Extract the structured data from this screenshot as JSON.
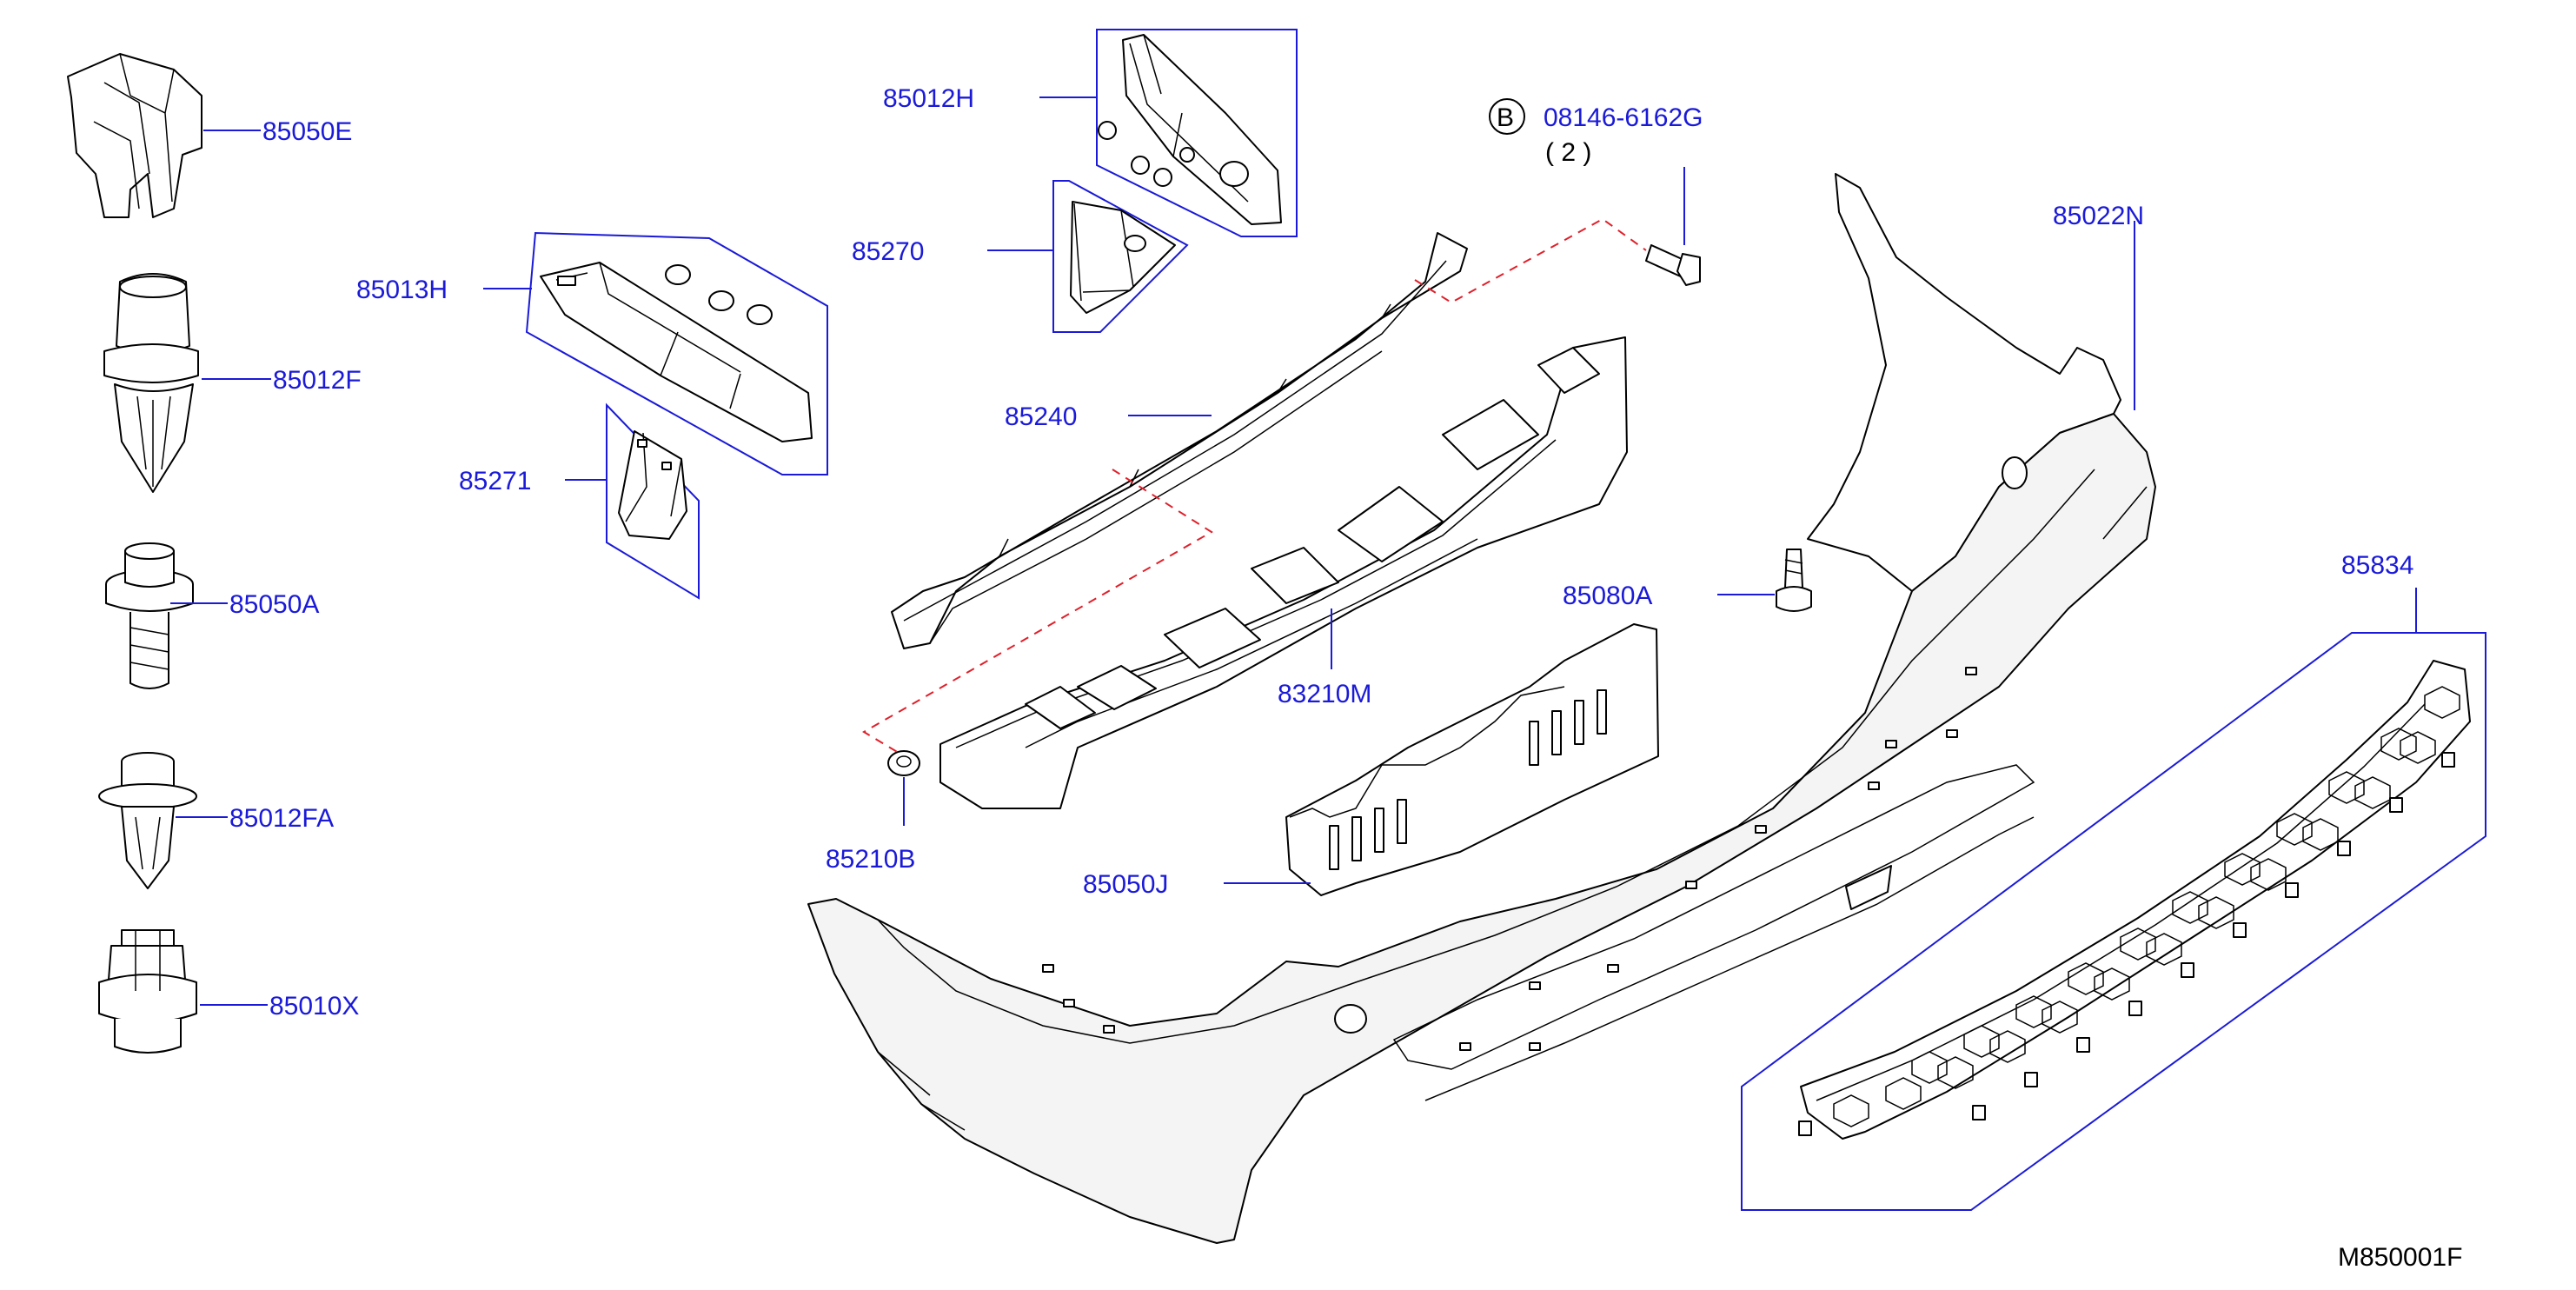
{
  "drawing_id": "M850001F",
  "parts": [
    {
      "id": "85050E",
      "label": "85050E"
    },
    {
      "id": "85012F",
      "label": "85012F"
    },
    {
      "id": "85050A",
      "label": "85050A"
    },
    {
      "id": "85012FA",
      "label": "85012FA"
    },
    {
      "id": "85010X",
      "label": "85010X"
    },
    {
      "id": "85013H",
      "label": "85013H"
    },
    {
      "id": "85271",
      "label": "85271"
    },
    {
      "id": "85012H",
      "label": "85012H"
    },
    {
      "id": "85270",
      "label": "85270"
    },
    {
      "id": "85240",
      "label": "85240"
    },
    {
      "id": "83210M",
      "label": "83210M"
    },
    {
      "id": "85210B",
      "label": "85210B"
    },
    {
      "id": "85050J",
      "label": "85050J"
    },
    {
      "id": "85080A",
      "label": "85080A"
    },
    {
      "id": "08146-6162G",
      "label": "08146-6162G",
      "badge": "B",
      "qty": "( 2 )"
    },
    {
      "id": "85022N",
      "label": "85022N"
    },
    {
      "id": "85834",
      "label": "85834"
    }
  ],
  "colors": {
    "label": "#1a1ad8",
    "dashed_guide": "#e0202a",
    "line": "#000000"
  }
}
